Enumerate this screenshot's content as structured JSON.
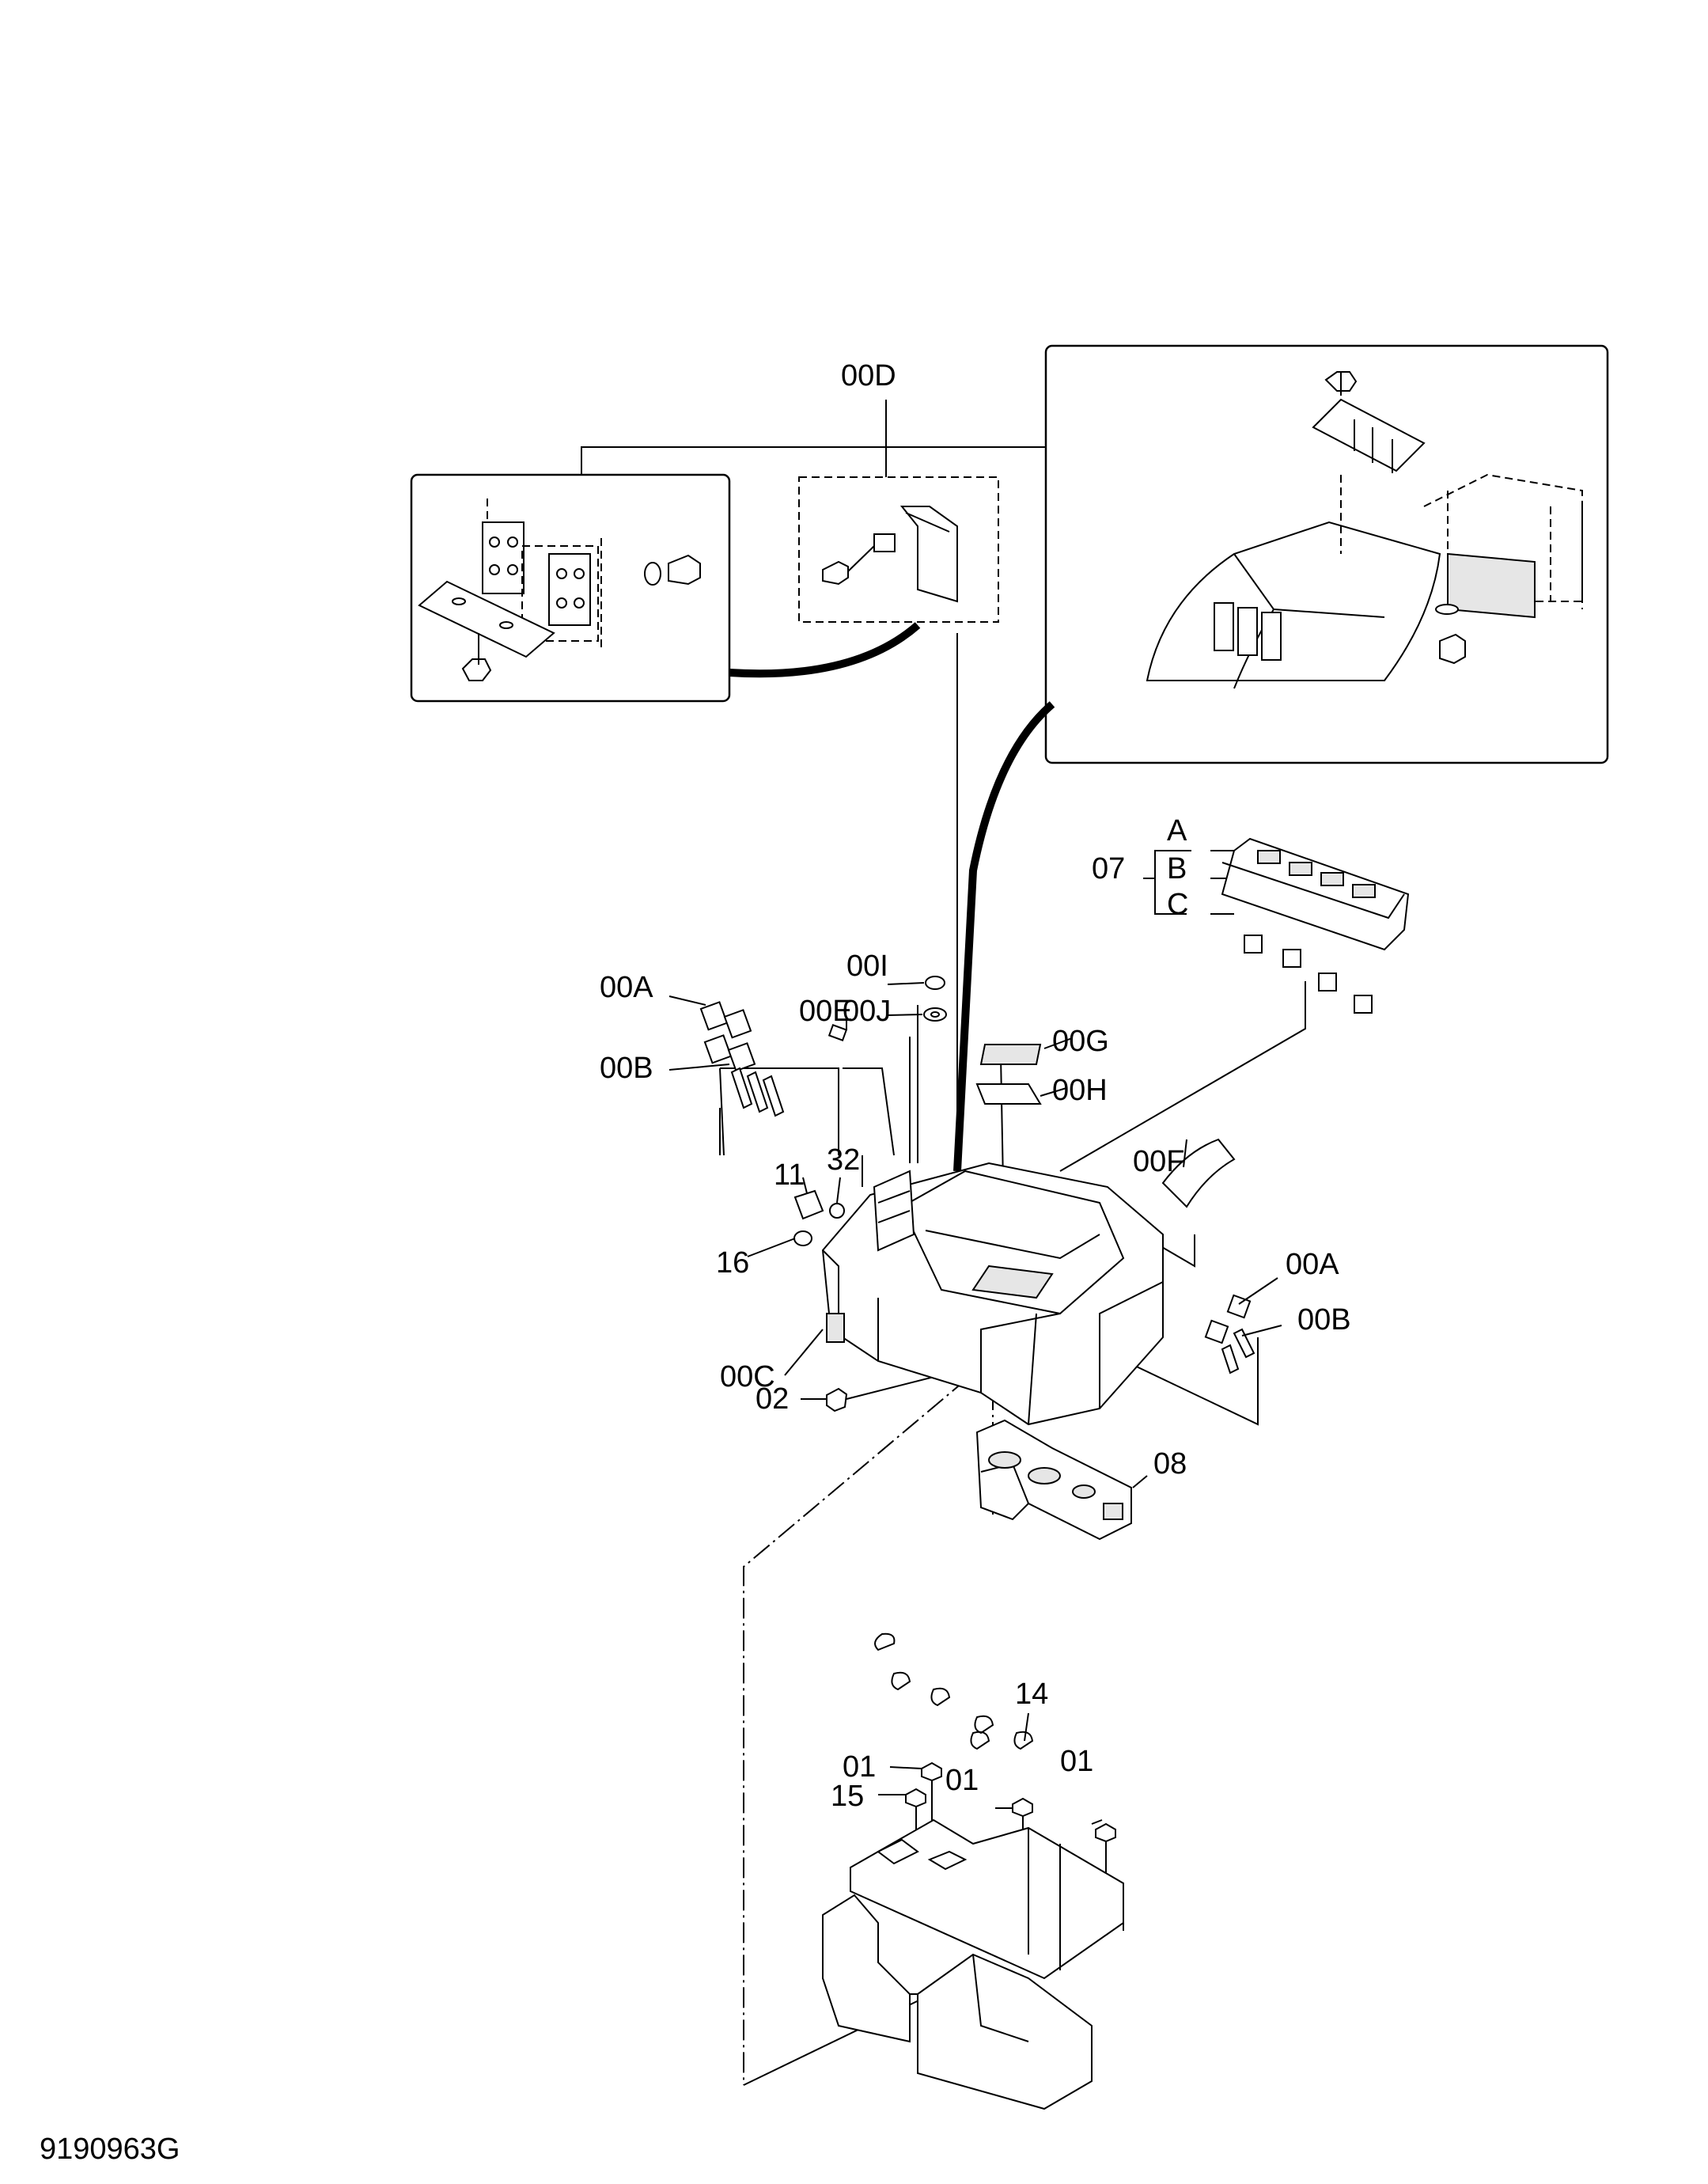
{
  "drawing_id": "9190963G",
  "labels": {
    "l00D": "00D",
    "lA": "A",
    "lB": "B",
    "lC": "C",
    "l07": "07",
    "l00A_left": "00A",
    "l00B_left": "00B",
    "l00E": "00E",
    "l00I": "00I",
    "l00J": "00J",
    "l00G": "00G",
    "l00H": "00H",
    "l00F": "00F",
    "l11": "11",
    "l32": "32",
    "l16": "16",
    "l00C": "00C",
    "l02": "02",
    "l00A_right": "00A",
    "l00B_right": "00B",
    "l08": "08",
    "l14": "14",
    "l01_a": "01",
    "l15": "15",
    "l01_b": "01",
    "l01_c": "01"
  }
}
